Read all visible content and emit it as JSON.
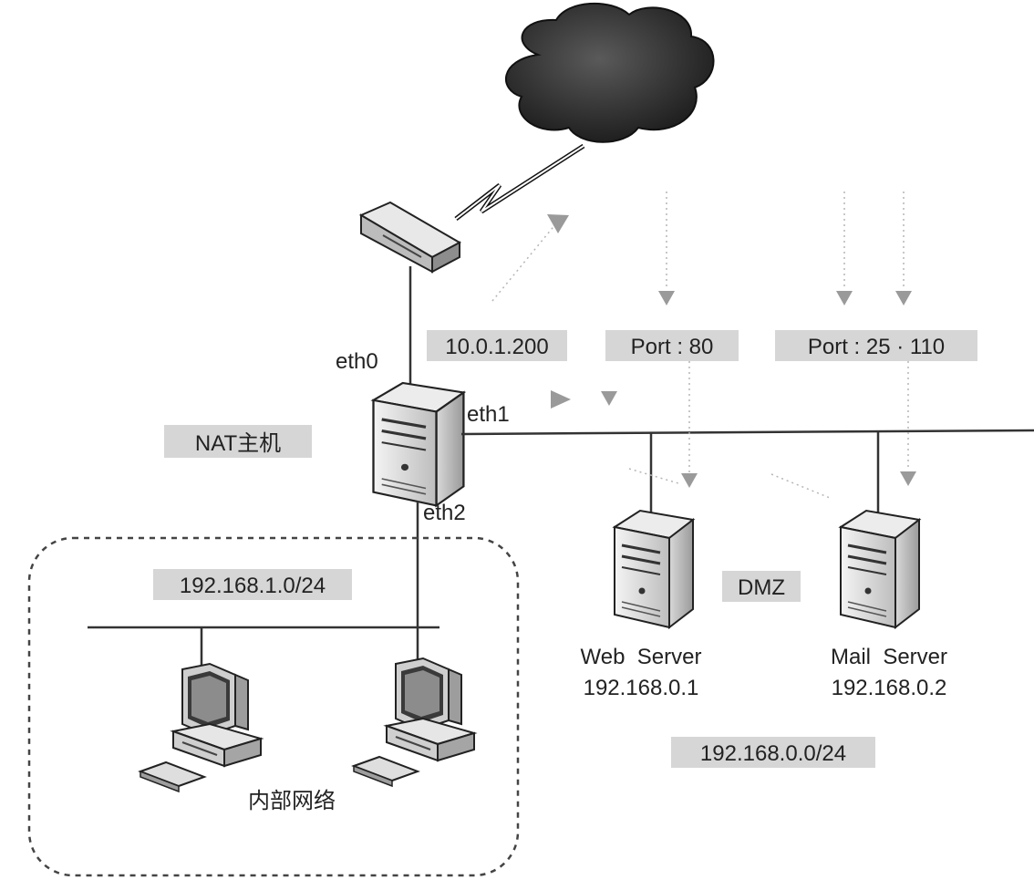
{
  "diagram": {
    "labels": {
      "eth0": "eth0",
      "eth1": "eth1",
      "eth2": "eth2",
      "nat_host": "NAT主机",
      "public_ip": "10.0.1.200",
      "web_port": "Port : 80",
      "mail_ports": "Port : 25 · 110",
      "lan_subnet": "192.168.1.0/24",
      "dmz": "DMZ",
      "web_server_name": "Web  Server",
      "web_server_ip": "192.168.0.1",
      "mail_server_name": "Mail  Server",
      "mail_server_ip": "192.168.0.2",
      "dmz_subnet": "192.168.0.0/24",
      "internal_network": "内部网络"
    },
    "colors": {
      "line": "#333333",
      "tag_background": "#d6d6d6",
      "arrow": "#9a9a9a"
    },
    "icons": [
      "cloud-icon",
      "router-icon",
      "server-icon",
      "workstation-icon"
    ]
  }
}
